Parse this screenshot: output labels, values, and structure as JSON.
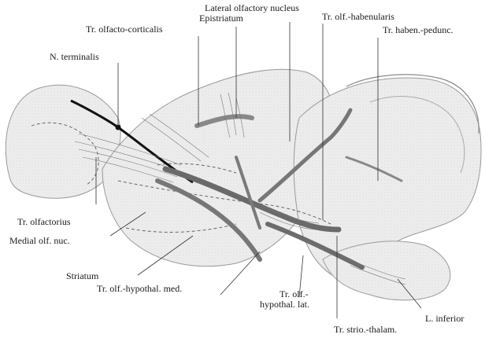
{
  "figure": {
    "labels": {
      "lateral_olfactory_nucleus": "Lateral olfactory nucleus",
      "epistriatum": "Epistriatum",
      "tr_olfacto_corticalis": "Tr. olfacto-corticalis",
      "tr_olf_habenularis": "Tr. olf.-habenularis",
      "tr_haben_pedunc": "Tr. haben.-pedunc.",
      "n_terminalis": "N. terminalis",
      "tr_olfactorius": "Tr. olfactorius",
      "medial_olf_nuc": "Medial olf. nuc.",
      "striatum": "Striatum",
      "tr_olf_hypothal_med": "Tr. olf.-hypothal. med.",
      "tr_olf_hypothal_lat_line1": "Tr. olf.-",
      "tr_olf_hypothal_lat_line2": "hypothal. lat.",
      "l_inferior": "L. inferior",
      "tr_strio_thalam": "Tr. strio.-thalam."
    }
  }
}
